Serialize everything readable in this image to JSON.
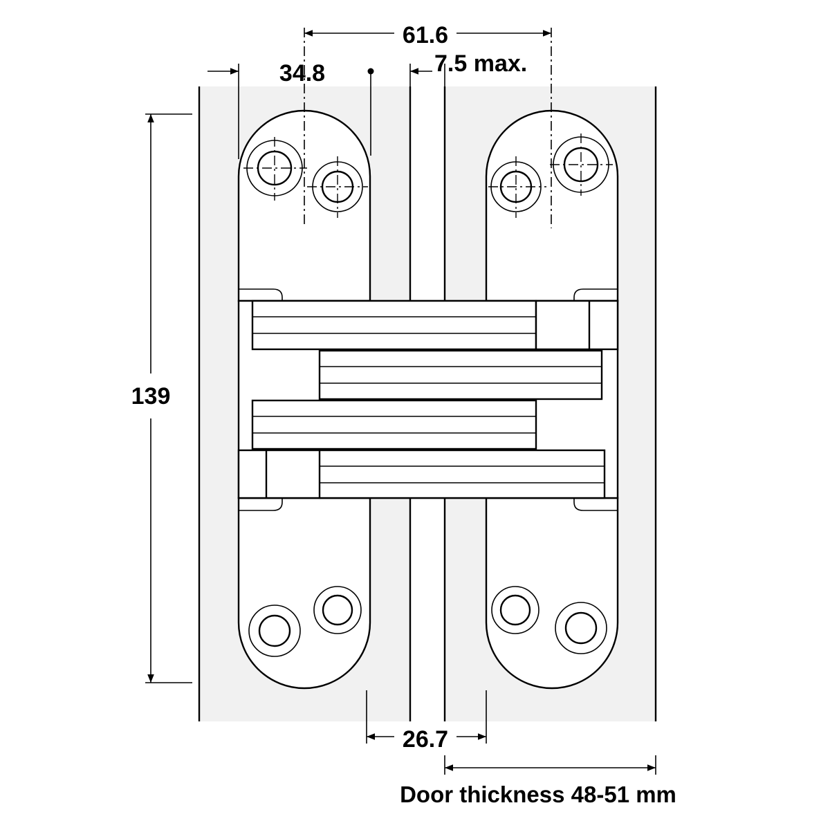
{
  "dimensions": {
    "width_top": "61.6",
    "hole_offset": "34.8",
    "gap_max": "7.5 max.",
    "height": "139",
    "body_width": "26.7",
    "door_thickness": "Door thickness 48-51 mm"
  },
  "colors": {
    "panel": "#f1f1f1",
    "line": "#000000",
    "background": "#ffffff"
  }
}
